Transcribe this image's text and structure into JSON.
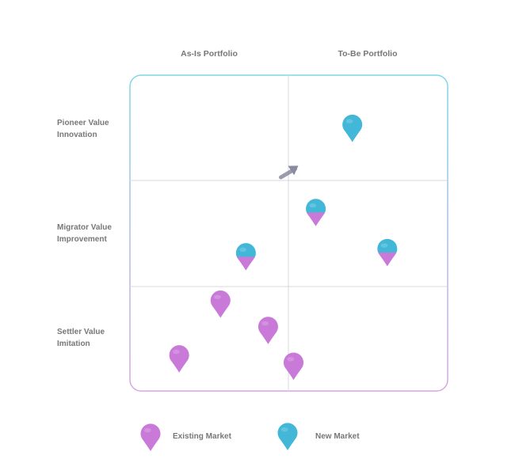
{
  "columns": [
    "As-Is Portfolio",
    "To-Be Portfolio"
  ],
  "rows": [
    [
      "Pioneer Value",
      "Innovation"
    ],
    [
      "Migrator Value",
      "Improvement"
    ],
    [
      "Settler Value",
      "Imitation"
    ]
  ],
  "legend": {
    "existing": "Existing Market",
    "new": "New Market"
  },
  "colors": {
    "existing": "#c97ad8",
    "new": "#42b7d8",
    "frame_top": "#7fd7e6",
    "frame_bottom": "#d9a6e2",
    "grid_line": "#d8d8dc",
    "arrow": "#8a8aa0"
  },
  "chart_data": {
    "type": "scatter",
    "columns": [
      "As-Is Portfolio",
      "To-Be Portfolio"
    ],
    "rows": [
      "Pioneer Value Innovation",
      "Migrator Value Improvement",
      "Settler Value Imitation"
    ],
    "points": [
      {
        "col": 1,
        "row": 0,
        "u": 0.4,
        "v": 0.47,
        "kind": "new"
      },
      {
        "col": 1,
        "row": 1,
        "u": 0.17,
        "v": 0.27,
        "kind": "mixed"
      },
      {
        "col": 1,
        "row": 1,
        "u": 0.62,
        "v": 0.65,
        "kind": "mixed"
      },
      {
        "col": 0,
        "row": 1,
        "u": 0.73,
        "v": 0.69,
        "kind": "mixed"
      },
      {
        "col": 0,
        "row": 2,
        "u": 0.57,
        "v": 0.14,
        "kind": "existing"
      },
      {
        "col": 0,
        "row": 2,
        "u": 0.87,
        "v": 0.39,
        "kind": "existing"
      },
      {
        "col": 0,
        "row": 2,
        "u": 0.31,
        "v": 0.66,
        "kind": "existing"
      },
      {
        "col": 1,
        "row": 2,
        "u": 0.03,
        "v": 0.73,
        "kind": "existing"
      }
    ],
    "arrow": {
      "from": {
        "col": 0,
        "row": 0,
        "u": 0.95,
        "v": 0.97
      },
      "to": {
        "col": 1,
        "row": 0,
        "u": 0.06,
        "v": 0.86
      }
    }
  }
}
